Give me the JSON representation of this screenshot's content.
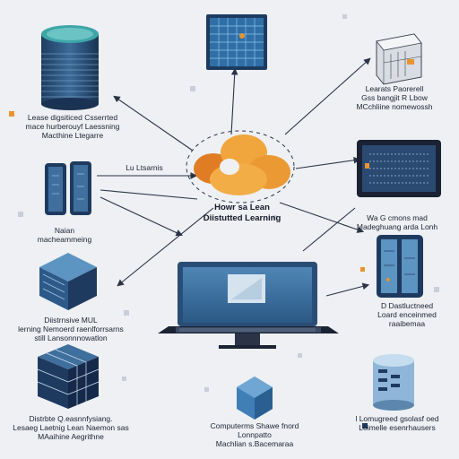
{
  "center": {
    "title": "Howr sa Lean\nDiistutted Learning"
  },
  "labels": {
    "top_left": "Lease digsiticed Csserrted\nmace hurberouyf Laessning\nMacthine Ltegarre",
    "top_right": "Learats Paorerell\nGss bangjit R Lbow\nMCchliine nomewossh",
    "mid_left_small": "Lu Ltsarnis",
    "mid_left": "Naian\nmacheammeing",
    "mid_right": "Wa G cmons mad\nMadeghuang arda Lonh",
    "bottom_left": "Diistrnsive MUL\nlerning Nemoerd raenlforrsarns\nstill Lansonnnowatlon",
    "bottom_right_upper": "D Dastluctneed\nLoard enceinmed\nraaibemaa",
    "footer_left": "Distrbte Q.easnnfysiang.\nLesaeg Laetnig Lean Naemon sas\nMAaihine Aegrithne",
    "footer_center": "Computerms Shawe fnord\nLonnpatto\nMachlian s.Bacemaraa",
    "footer_right": "l Lomugreed gsolasf oed\nLoimelle esenrhausers"
  },
  "colors": {
    "background": "#eef0f4",
    "navy": "#1e3a5f",
    "steel_blue": "#3f6f9c",
    "light_blue": "#8fb6d8",
    "teal": "#3ea6a8",
    "orange": "#e9932f",
    "dark": "#1a2233"
  }
}
